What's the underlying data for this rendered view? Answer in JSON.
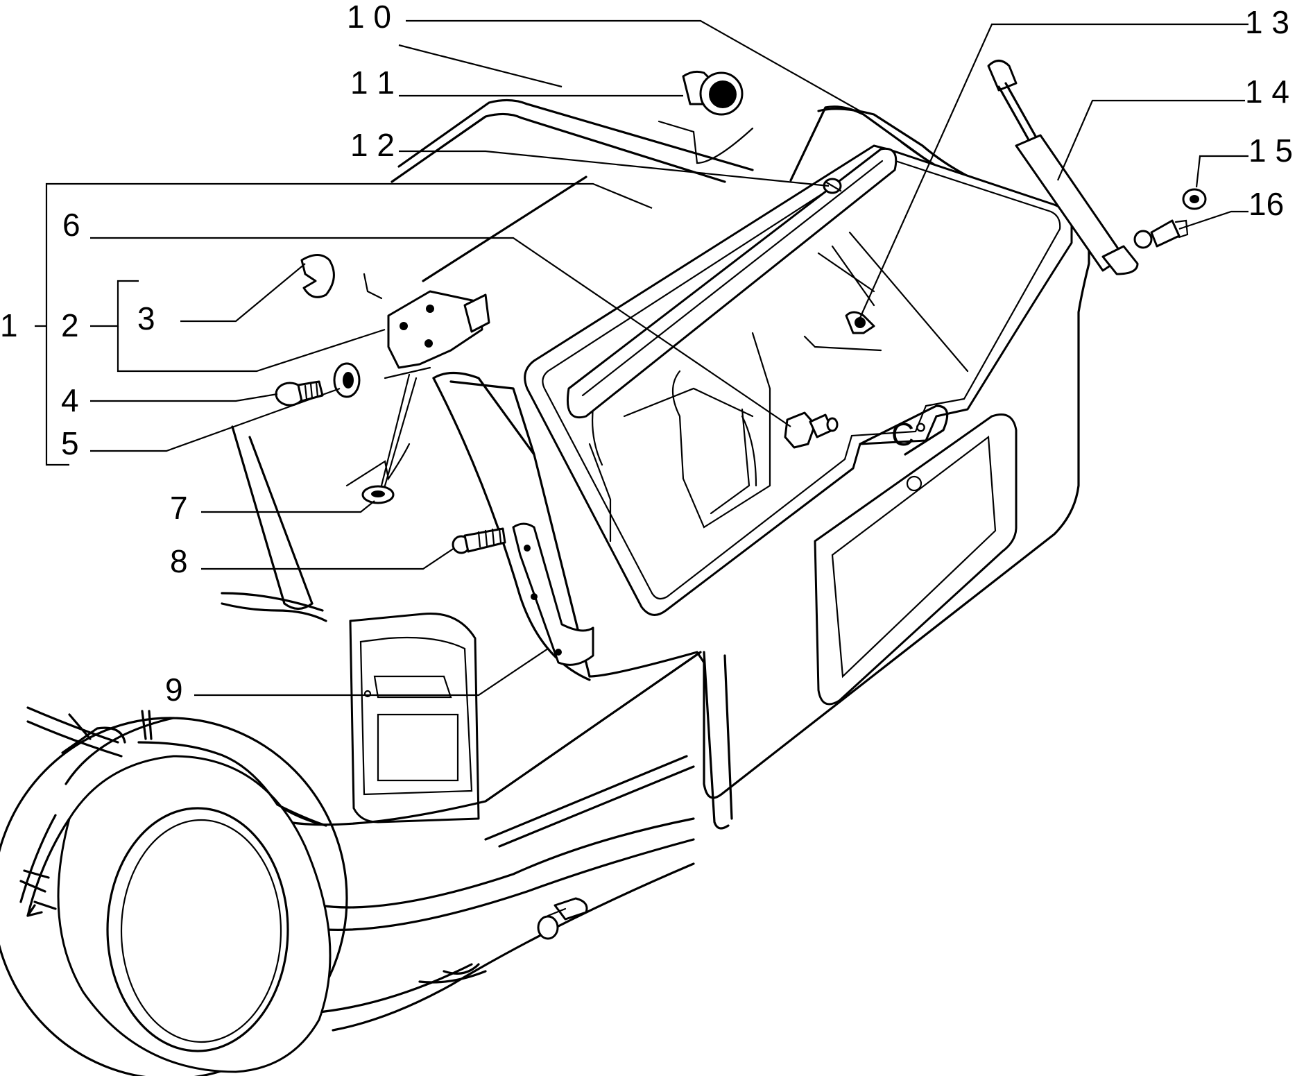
{
  "callouts": [
    {
      "id": "1",
      "text": "1"
    },
    {
      "id": "2",
      "text": "2"
    },
    {
      "id": "3",
      "text": "3"
    },
    {
      "id": "4",
      "text": "4"
    },
    {
      "id": "5",
      "text": "5"
    },
    {
      "id": "6",
      "text": "6"
    },
    {
      "id": "7",
      "text": "7"
    },
    {
      "id": "8",
      "text": "8"
    },
    {
      "id": "9",
      "text": "9"
    },
    {
      "id": "10",
      "text": "1 0"
    },
    {
      "id": "11",
      "text": "1 1"
    },
    {
      "id": "12",
      "text": "1 2"
    },
    {
      "id": "13",
      "text": "1 3"
    },
    {
      "id": "14",
      "text": "1 4"
    },
    {
      "id": "15",
      "text": "1 5"
    },
    {
      "id": "16",
      "text": "16"
    }
  ]
}
